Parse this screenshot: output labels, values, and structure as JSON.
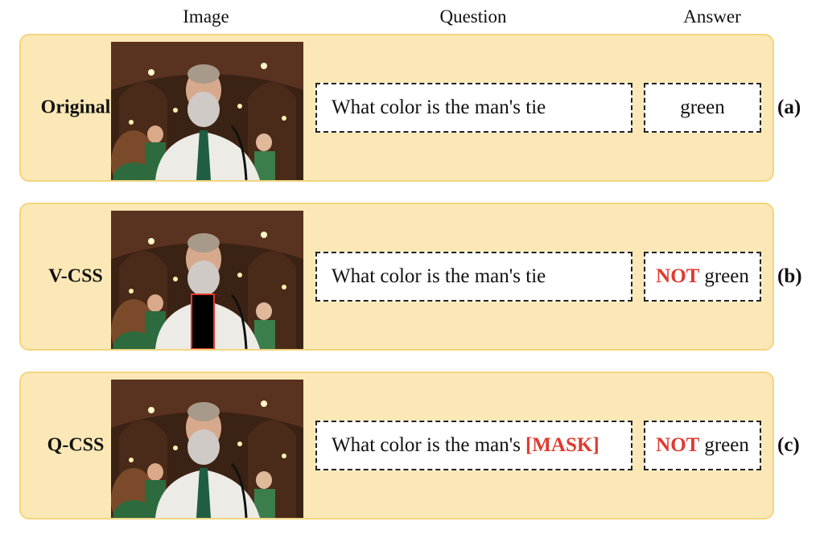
{
  "headers": {
    "image": "Image",
    "question": "Question",
    "answer": "Answer"
  },
  "rows": [
    {
      "label": "Original",
      "question": "What color is the man's tie",
      "question_mask": "",
      "answer_negation": "",
      "answer": "green",
      "tag": "(a)"
    },
    {
      "label": "V-CSS",
      "question": "What color is the man's tie",
      "question_mask": "",
      "answer_negation": "NOT",
      "answer": "green",
      "tag": "(b)"
    },
    {
      "label": "Q-CSS",
      "question": "What color is the man's",
      "question_mask": "[MASK]",
      "answer_negation": "NOT",
      "answer": "green",
      "tag": "(c)"
    }
  ],
  "colors": {
    "panel_bg": "#fbe8b6",
    "panel_border": "#f3d57e",
    "highlight_red": "#e03a2f",
    "tie_green": "#1f5e44"
  }
}
